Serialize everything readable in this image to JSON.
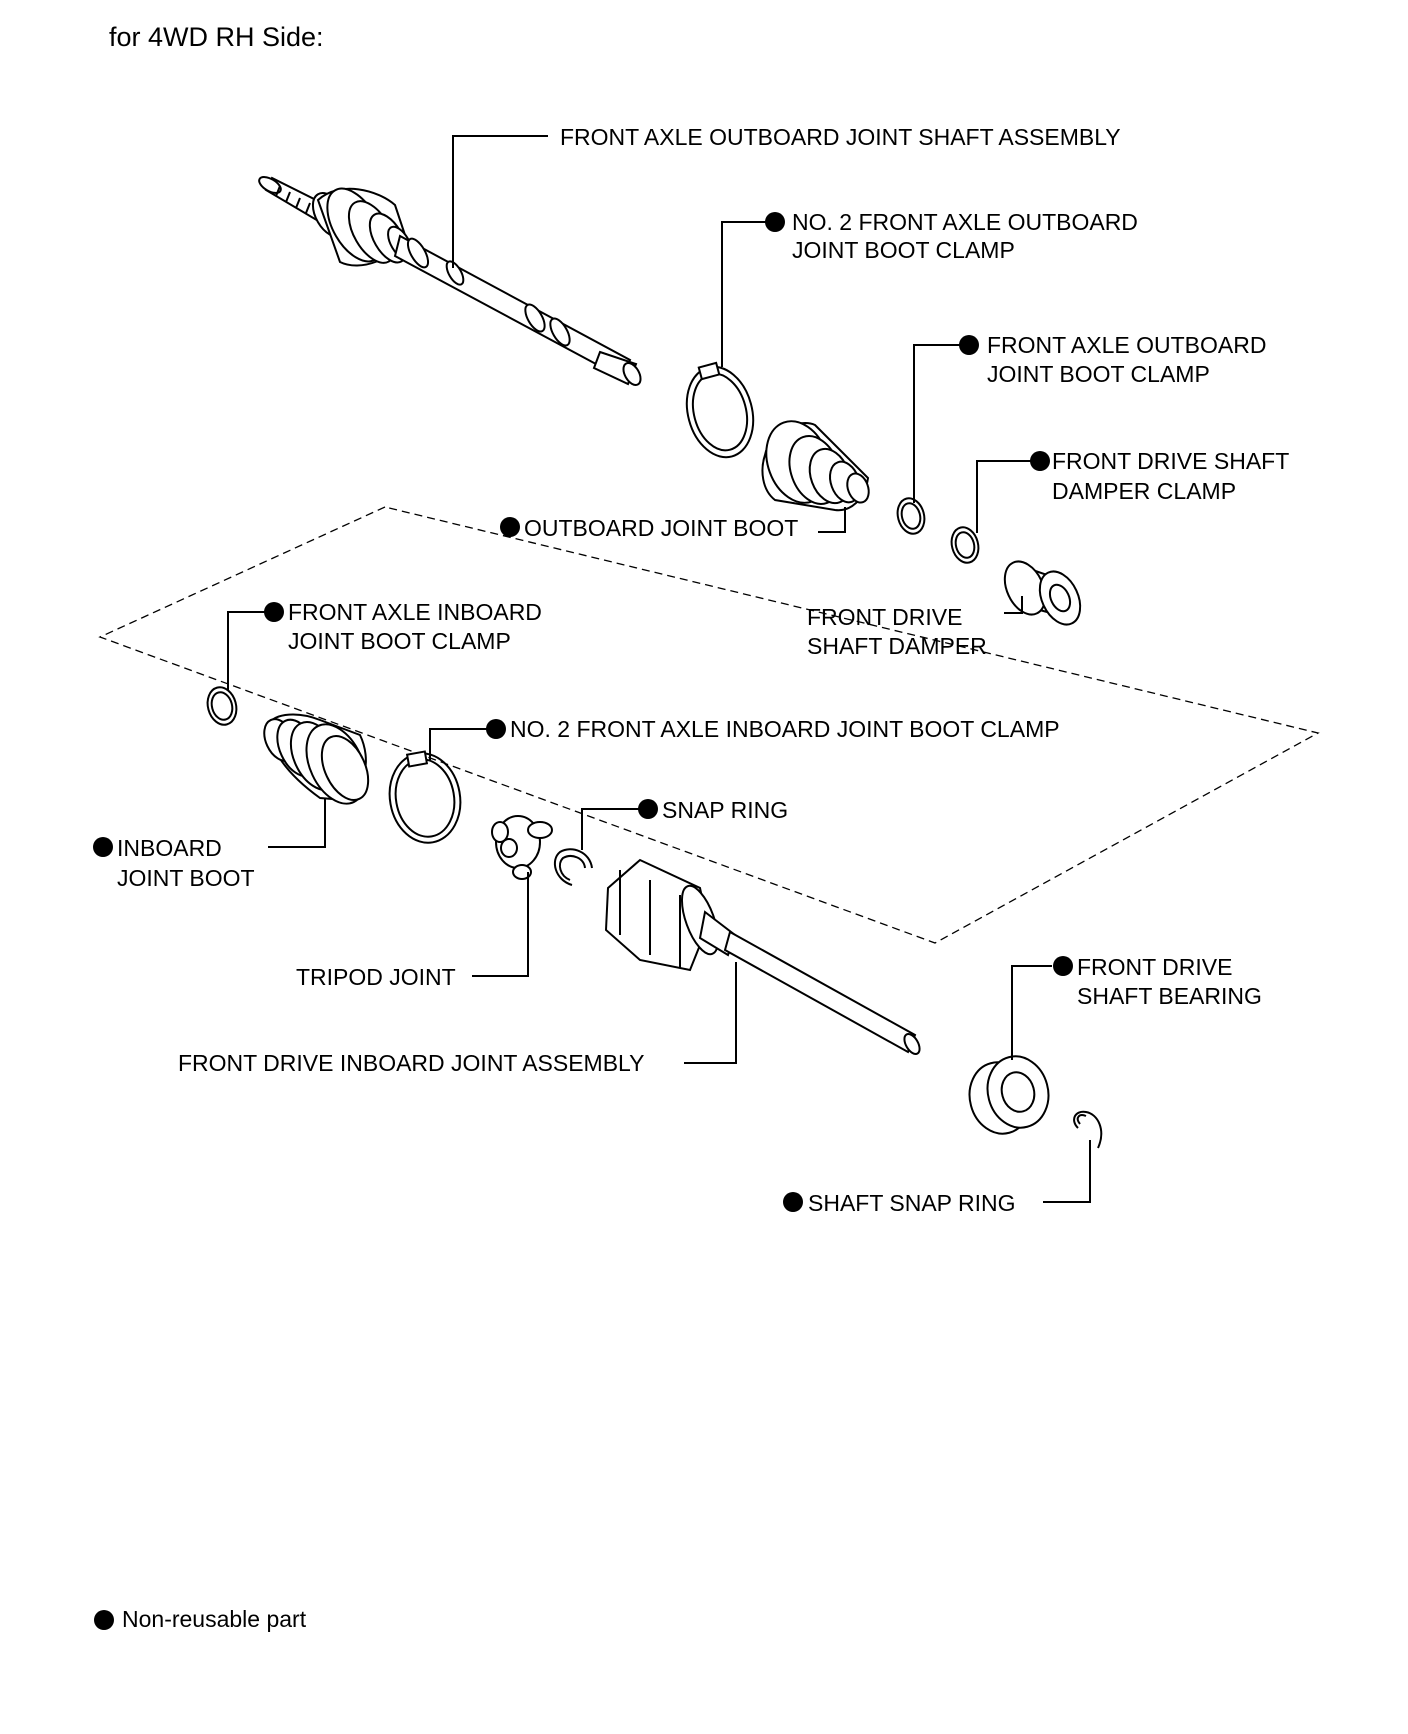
{
  "title": "for 4WD RH Side:",
  "legend": {
    "symbol": "●",
    "text": "Non-reusable part"
  },
  "parts": {
    "outboard_shaft": {
      "lines": [
        "FRONT AXLE OUTBOARD JOINT SHAFT ASSEMBLY"
      ],
      "non_reusable": false
    },
    "no2_outboard_clamp": {
      "lines": [
        "NO. 2 FRONT AXLE OUTBOARD",
        "JOINT BOOT CLAMP"
      ],
      "non_reusable": true
    },
    "outboard_clamp": {
      "lines": [
        "FRONT AXLE OUTBOARD",
        "JOINT BOOT CLAMP"
      ],
      "non_reusable": true
    },
    "damper_clamp": {
      "lines": [
        "FRONT DRIVE SHAFT",
        "DAMPER CLAMP"
      ],
      "non_reusable": true
    },
    "outboard_boot": {
      "lines": [
        "OUTBOARD JOINT BOOT"
      ],
      "non_reusable": true
    },
    "damper": {
      "lines": [
        "FRONT DRIVE",
        "SHAFT DAMPER"
      ],
      "non_reusable": false
    },
    "inboard_clamp": {
      "lines": [
        "FRONT AXLE INBOARD",
        "JOINT BOOT CLAMP"
      ],
      "non_reusable": true
    },
    "no2_inboard_clamp": {
      "lines": [
        "NO. 2 FRONT AXLE INBOARD JOINT BOOT CLAMP"
      ],
      "non_reusable": true
    },
    "snap_ring": {
      "lines": [
        "SNAP RING"
      ],
      "non_reusable": true
    },
    "inboard_boot": {
      "lines": [
        "INBOARD",
        "JOINT BOOT"
      ],
      "non_reusable": true
    },
    "tripod": {
      "lines": [
        "TRIPOD JOINT"
      ],
      "non_reusable": false
    },
    "inboard_joint": {
      "lines": [
        "FRONT DRIVE INBOARD JOINT ASSEMBLY"
      ],
      "non_reusable": false
    },
    "bearing": {
      "lines": [
        "FRONT DRIVE",
        "SHAFT BEARING"
      ],
      "non_reusable": true
    },
    "shaft_snap_ring": {
      "lines": [
        "SHAFT SNAP RING"
      ],
      "non_reusable": true
    }
  }
}
